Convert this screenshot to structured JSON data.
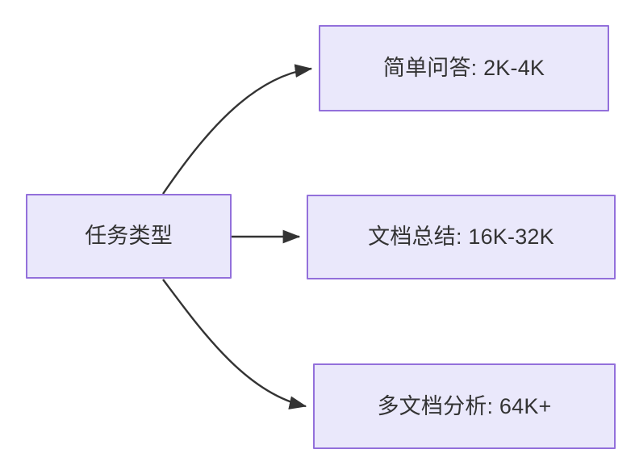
{
  "diagram": {
    "type": "flowchart",
    "direction": "left-to-right",
    "background_color": "#ffffff",
    "node_fill_color": "#eae8fb",
    "node_border_color": "#9370db",
    "node_text_color": "#333333",
    "edge_color": "#333333",
    "nodes": [
      {
        "id": "root",
        "label": "任务类型"
      },
      {
        "id": "simple-qa",
        "label": "简单问答: 2K-4K"
      },
      {
        "id": "doc-summary",
        "label": "文档总结: 16K-32K"
      },
      {
        "id": "multi-doc",
        "label": "多文档分析: 64K+"
      }
    ],
    "edges": [
      {
        "id": "edge-root-simple-qa",
        "from": "root",
        "to": "simple-qa",
        "style": "curved",
        "label": ""
      },
      {
        "id": "edge-root-doc-summary",
        "from": "root",
        "to": "doc-summary",
        "style": "straight",
        "label": ""
      },
      {
        "id": "edge-root-multi-doc",
        "from": "root",
        "to": "multi-doc",
        "style": "curved",
        "label": ""
      }
    ]
  }
}
